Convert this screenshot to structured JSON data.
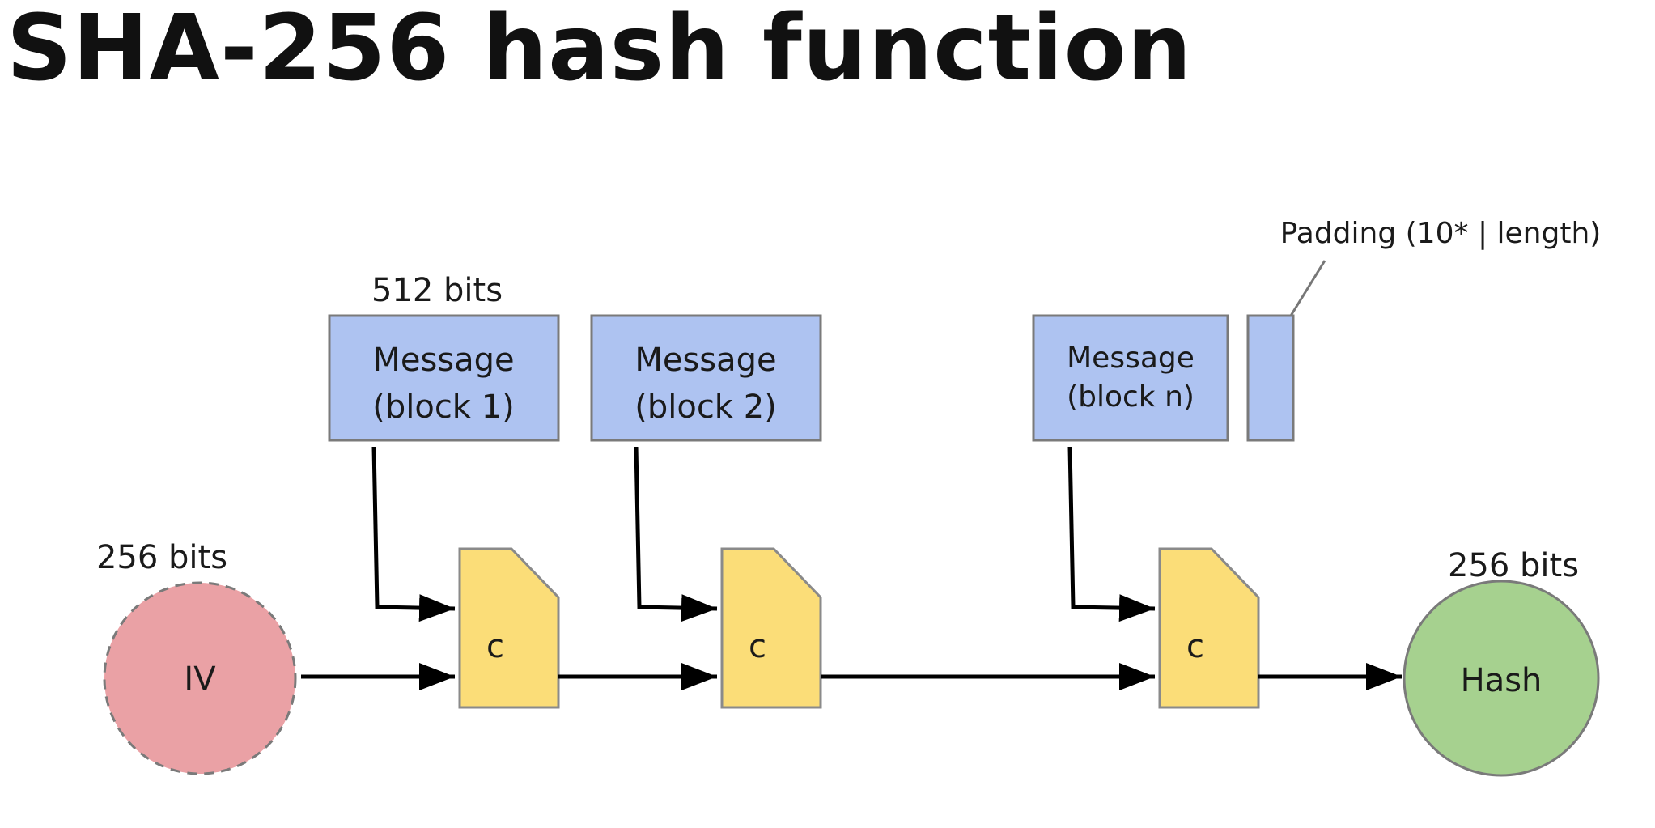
{
  "title": "SHA-256 hash function",
  "colors": {
    "message_fill": "#aec3f1",
    "message_stroke": "#7a7a7a",
    "compress_fill": "#fbdd78",
    "iv_fill": "#eaa1a5",
    "hash_fill": "#a6d18f",
    "arrow": "#000000"
  },
  "block_size_label": "512 bits",
  "padding_label": "Padding (10* | length)",
  "message_blocks": [
    {
      "line1": "Message",
      "line2": "(block 1)"
    },
    {
      "line1": "Message",
      "line2": "(block 2)"
    },
    {
      "line1": "Message",
      "line2": "(block n)"
    }
  ],
  "compression_label": "c",
  "iv": {
    "label": "IV",
    "size_label": "256 bits"
  },
  "hash": {
    "label": "Hash",
    "size_label": "256 bits"
  }
}
